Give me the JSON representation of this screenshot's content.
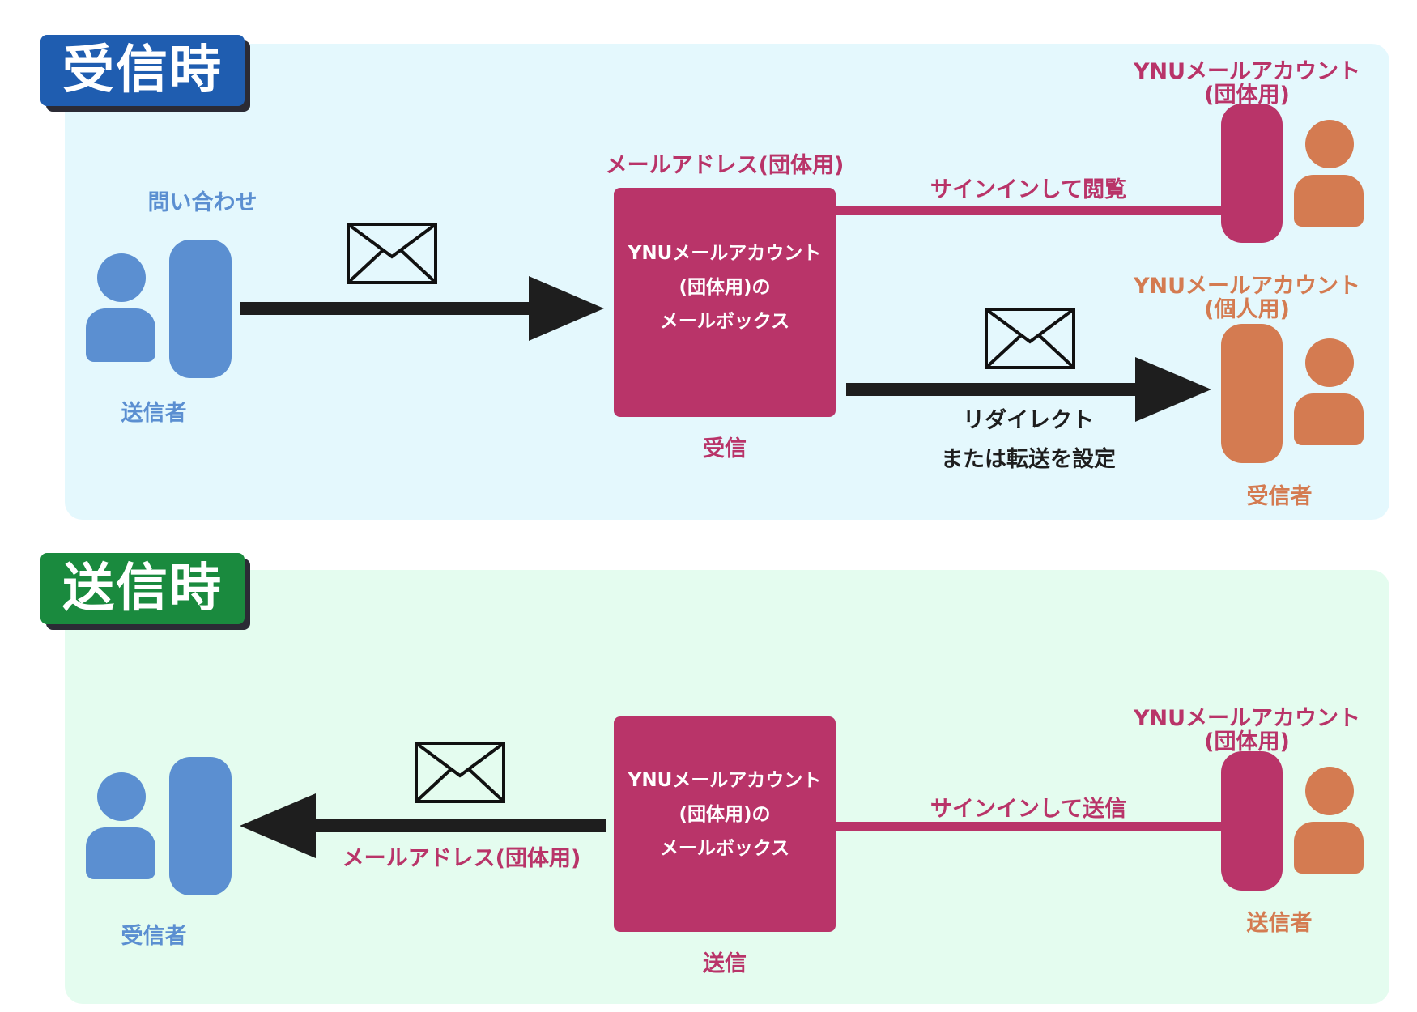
{
  "colors": {
    "receive_bg": "#e4f8fd",
    "send_bg": "#e4fcef",
    "receive_tab": "#1f5db0",
    "send_tab": "#1a8a3e",
    "sender_blue": "#5b8fd1",
    "mailbox_magenta": "#b93469",
    "person_orange": "#d47b51",
    "arrow_black": "#1e1e1e"
  },
  "receive": {
    "tab_title": "受信時",
    "inquiry_label": "問い合わせ",
    "sender_label": "送信者",
    "mail_address_label": "メールアドレス(団体用)",
    "mailbox_lines": [
      "YNUメールアカウント",
      "(団体用)の",
      "メールボックス"
    ],
    "mailbox_caption": "受信",
    "signin_label": "サインインして閲覧",
    "group_account_line1": "YNUメールアカウント",
    "group_account_line2": "(団体用)",
    "personal_account_line1": "YNUメールアカウント",
    "personal_account_line2": "(個人用)",
    "redirect_line1": "リダイレクト",
    "redirect_line2": "または転送を設定",
    "recipient_label": "受信者",
    "icons": [
      "person-icon",
      "phone-icon",
      "envelope-icon",
      "arrow-right-icon"
    ]
  },
  "send": {
    "tab_title": "送信時",
    "recipient_label": "受信者",
    "mail_address_label": "メールアドレス(団体用)",
    "mailbox_lines": [
      "YNUメールアカウント",
      "(団体用)の",
      "メールボックス"
    ],
    "mailbox_caption": "送信",
    "signin_label": "サインインして送信",
    "group_account_line1": "YNUメールアカウント",
    "group_account_line2": "(団体用)",
    "sender_label": "送信者",
    "icons": [
      "person-icon",
      "phone-icon",
      "envelope-icon",
      "arrow-left-icon"
    ]
  }
}
